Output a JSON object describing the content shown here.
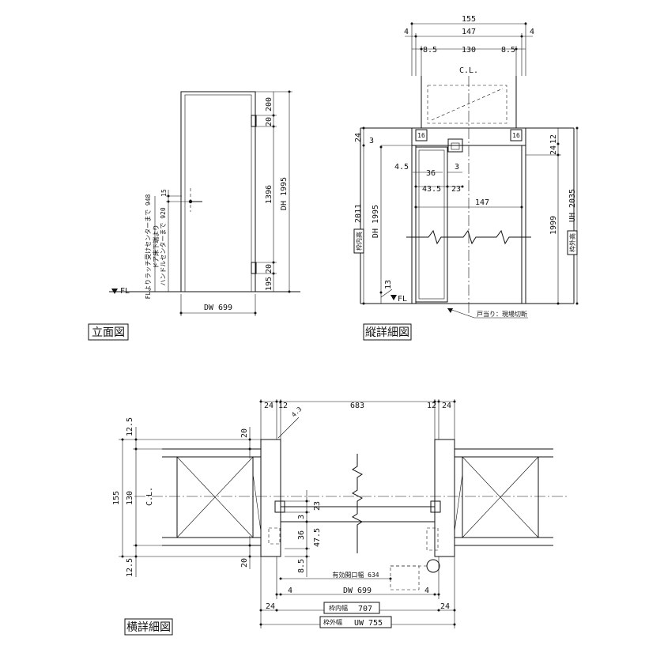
{
  "titles": {
    "elevation": "立面図",
    "vertical": "縦詳細図",
    "horizontal": "横詳細図"
  },
  "elevation": {
    "dw": "DW 699",
    "dh": "DH 1995",
    "d1396": "1396",
    "d200": "200",
    "d20a": "20",
    "d20b": "20",
    "d195": "195",
    "d15": "15",
    "fl": "FL",
    "note_latch": "FLよりラッチ受けセンターまで 948",
    "note_door": "ドア床下端より",
    "note_handle": "ハンドルセンターまで 920"
  },
  "vertical": {
    "d155": "155",
    "d147top": "147",
    "d4a": "4",
    "d4b": "4",
    "d8a": "8.5",
    "d130": "130",
    "d8b": "8.5",
    "cl": "C.L.",
    "d24": "24",
    "d3": "3",
    "d16a": "16",
    "d16b": "16",
    "d12": "12",
    "d24r": "24",
    "d45": "4.5",
    "d36": "36",
    "d3b": "3",
    "d435": "43.5",
    "d23": "23",
    "d147": "147",
    "d2011": "2011",
    "dh": "DH 1995",
    "uh": "UH 2035",
    "d1999": "1999",
    "d13": "13",
    "fl": "FL",
    "label_frame_h": "枠内高",
    "label_frame_out": "枠外高",
    "note": "戸当り：現場切断"
  },
  "horizontal": {
    "d24a": "24",
    "d12a": "12",
    "d683": "683",
    "d12b": "12",
    "d24b": "24",
    "d43": "4.3",
    "d125a": "12.5",
    "d155": "155",
    "d130": "130",
    "d125b": "12.5",
    "cl": "C.L.",
    "d20a": "20",
    "d20b": "20",
    "d23": "23",
    "d3": "3",
    "d36": "36",
    "d475": "47.5",
    "d85": "8.5",
    "eff": "有効開口幅 634",
    "dw": "DW 699",
    "d4a": "4",
    "d4b": "4",
    "inner_label": "枠内幅",
    "inner_val": "707",
    "outer_label": "枠外幅",
    "outer_val": "UW 755",
    "d24c": "24",
    "d24d": "24"
  }
}
